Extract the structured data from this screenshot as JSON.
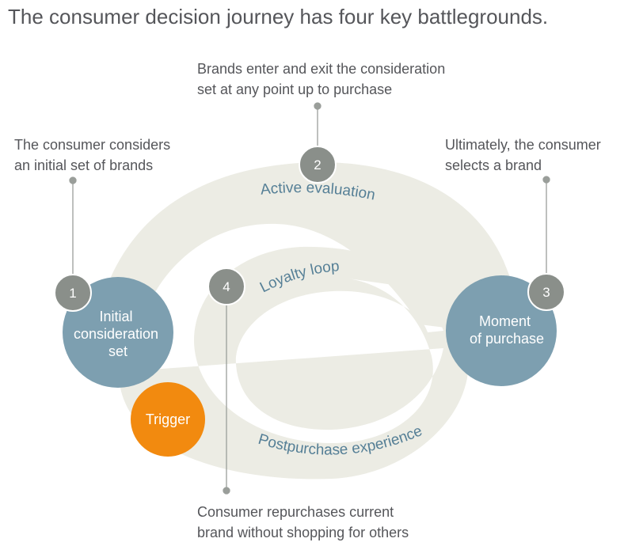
{
  "title": "The consumer decision journey has four key battlegrounds.",
  "callouts": {
    "c1": [
      "The consumer considers",
      "an initial set of brands"
    ],
    "c2": [
      "Brands enter and exit the consideration",
      "set at any point up to purchase"
    ],
    "c3": [
      "Ultimately, the consumer",
      "selects a brand"
    ],
    "c4": [
      "Consumer repurchases current",
      "brand without shopping for others"
    ]
  },
  "labels": {
    "active_evaluation": "Active evaluation",
    "loyalty_loop": "Loyalty loop",
    "postpurchase_experience": "Postpurchase experience",
    "trigger": "Trigger",
    "initial": [
      "Initial",
      "consideration",
      "set"
    ],
    "moment": [
      "Moment",
      "of purchase"
    ]
  },
  "numbers": [
    "1",
    "2",
    "3",
    "4"
  ],
  "colors": {
    "band": "#ecece4",
    "circle": "#7d9fb0",
    "marker": "#8a8f8a",
    "trigger": "#f28a0f",
    "text": "#55565a",
    "accent_text": "#557f96"
  }
}
